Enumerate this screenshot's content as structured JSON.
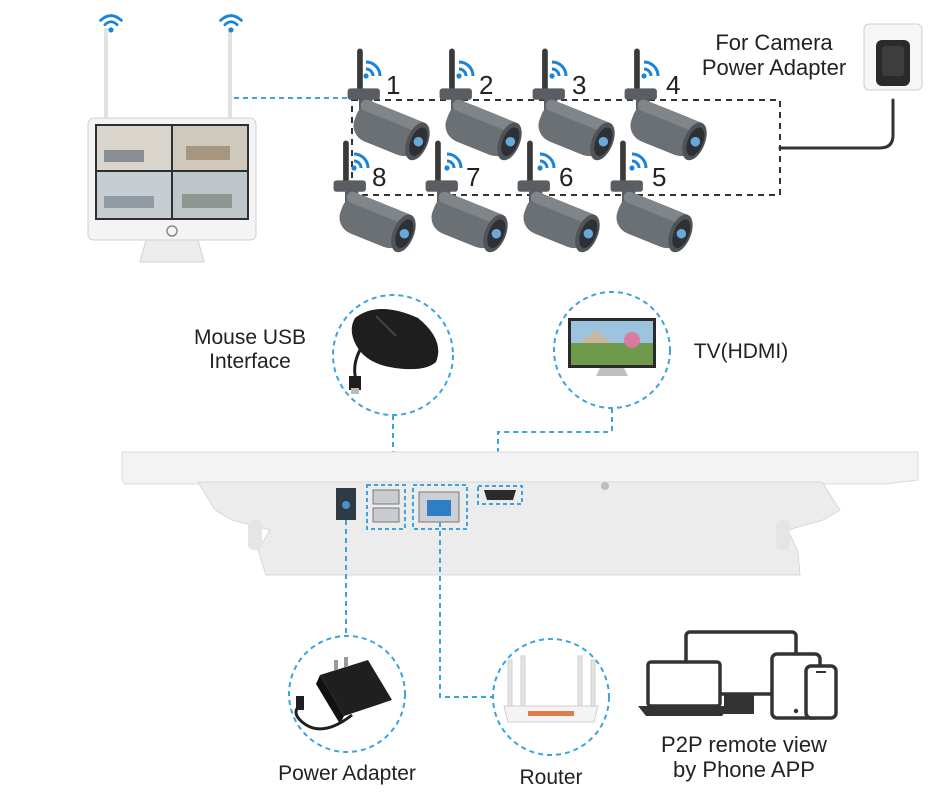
{
  "labels": {
    "camera_power": [
      "For Camera",
      "Power Adapter"
    ],
    "mouse_usb": [
      "Mouse USB",
      "Interface"
    ],
    "tv_hdmi": "TV(HDMI)",
    "power_adapter": "Power Adapter",
    "router": "Router",
    "p2p": [
      "P2P remote view",
      "by Phone APP"
    ]
  },
  "cameras": [
    {
      "number": "1"
    },
    {
      "number": "2"
    },
    {
      "number": "3"
    },
    {
      "number": "4"
    },
    {
      "number": "8"
    },
    {
      "number": "7"
    },
    {
      "number": "6"
    },
    {
      "number": "5"
    }
  ],
  "colors": {
    "link_blue": "#3aa3e0",
    "wifi_blue": "#1b84d6",
    "camera_gray": "#6b7075",
    "device_white": "#f2f2f2",
    "outline_dark": "#333333"
  },
  "icons": [
    "wifi-icon",
    "monitor-icon",
    "camera-icon",
    "mouse-icon",
    "tv-icon",
    "power-adapter-icon",
    "router-icon",
    "laptop-icon",
    "tablet-icon",
    "phone-icon"
  ]
}
